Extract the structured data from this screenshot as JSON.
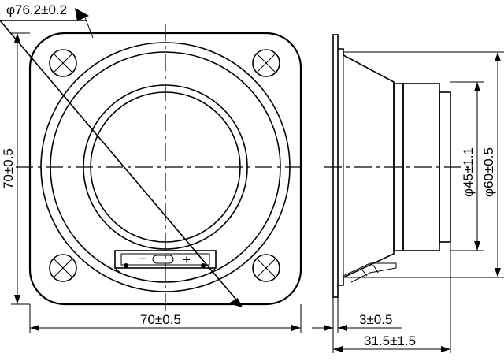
{
  "dimensions": {
    "diameter_76": "φ76.2±0.2",
    "height_70": "70±0.5",
    "width_70": "70±0.5",
    "diameter_45": "φ45±1.1",
    "diameter_60": "φ60±0.5",
    "depth_3": "3±0.5",
    "depth_31": "31.5±1.5"
  },
  "terminal_marks": {
    "minus": "−",
    "plus": "+"
  }
}
